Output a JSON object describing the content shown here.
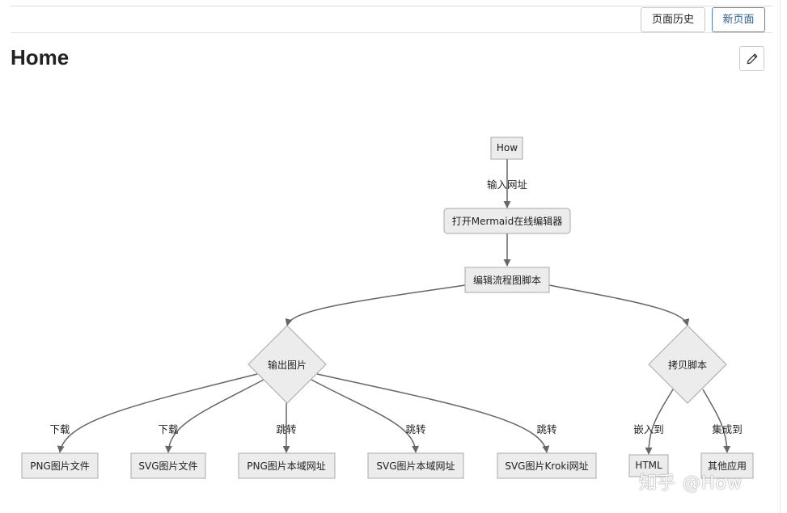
{
  "toolbar": {
    "history_label": "页面历史",
    "new_page_label": "新页面"
  },
  "page": {
    "title": "Home"
  },
  "diagram": {
    "nodes": {
      "how": "How",
      "open_editor": "打开Mermaid在线编辑器",
      "edit_script": "编辑流程图脚本",
      "export_image": "输出图片",
      "copy_script": "拷贝脚本",
      "png_file": "PNG图片文件",
      "svg_file": "SVG图片文件",
      "png_url": "PNG图片本域网址",
      "svg_url": "SVG图片本域网址",
      "svg_kroki": "SVG图片Kroki网址",
      "html": "HTML",
      "other_apps": "其他应用"
    },
    "edges": {
      "input_url": "输入网址",
      "download_1": "下载",
      "download_2": "下载",
      "jump_1": "跳转",
      "jump_2": "跳转",
      "jump_3": "跳转",
      "embed_into": "嵌入到",
      "integrate_into": "集成到"
    }
  },
  "watermark": "知乎 @How"
}
